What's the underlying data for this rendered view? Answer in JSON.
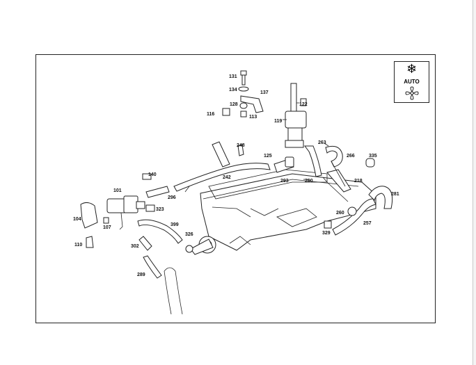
{
  "climate_badge": {
    "snowflake_icon": "snowflake-icon",
    "mode_label": "AUTO",
    "fan_icon": "fan-icon"
  },
  "part_labels": [
    "131",
    "134",
    "137",
    "128",
    "122",
    "116",
    "113",
    "119",
    "248",
    "263",
    "125",
    "266",
    "335",
    "140",
    "242",
    "293",
    "290",
    "218",
    "101",
    "281",
    "296",
    "323",
    "260",
    "104",
    "107",
    "399",
    "257",
    "329",
    "326",
    "302",
    "110",
    "289"
  ]
}
